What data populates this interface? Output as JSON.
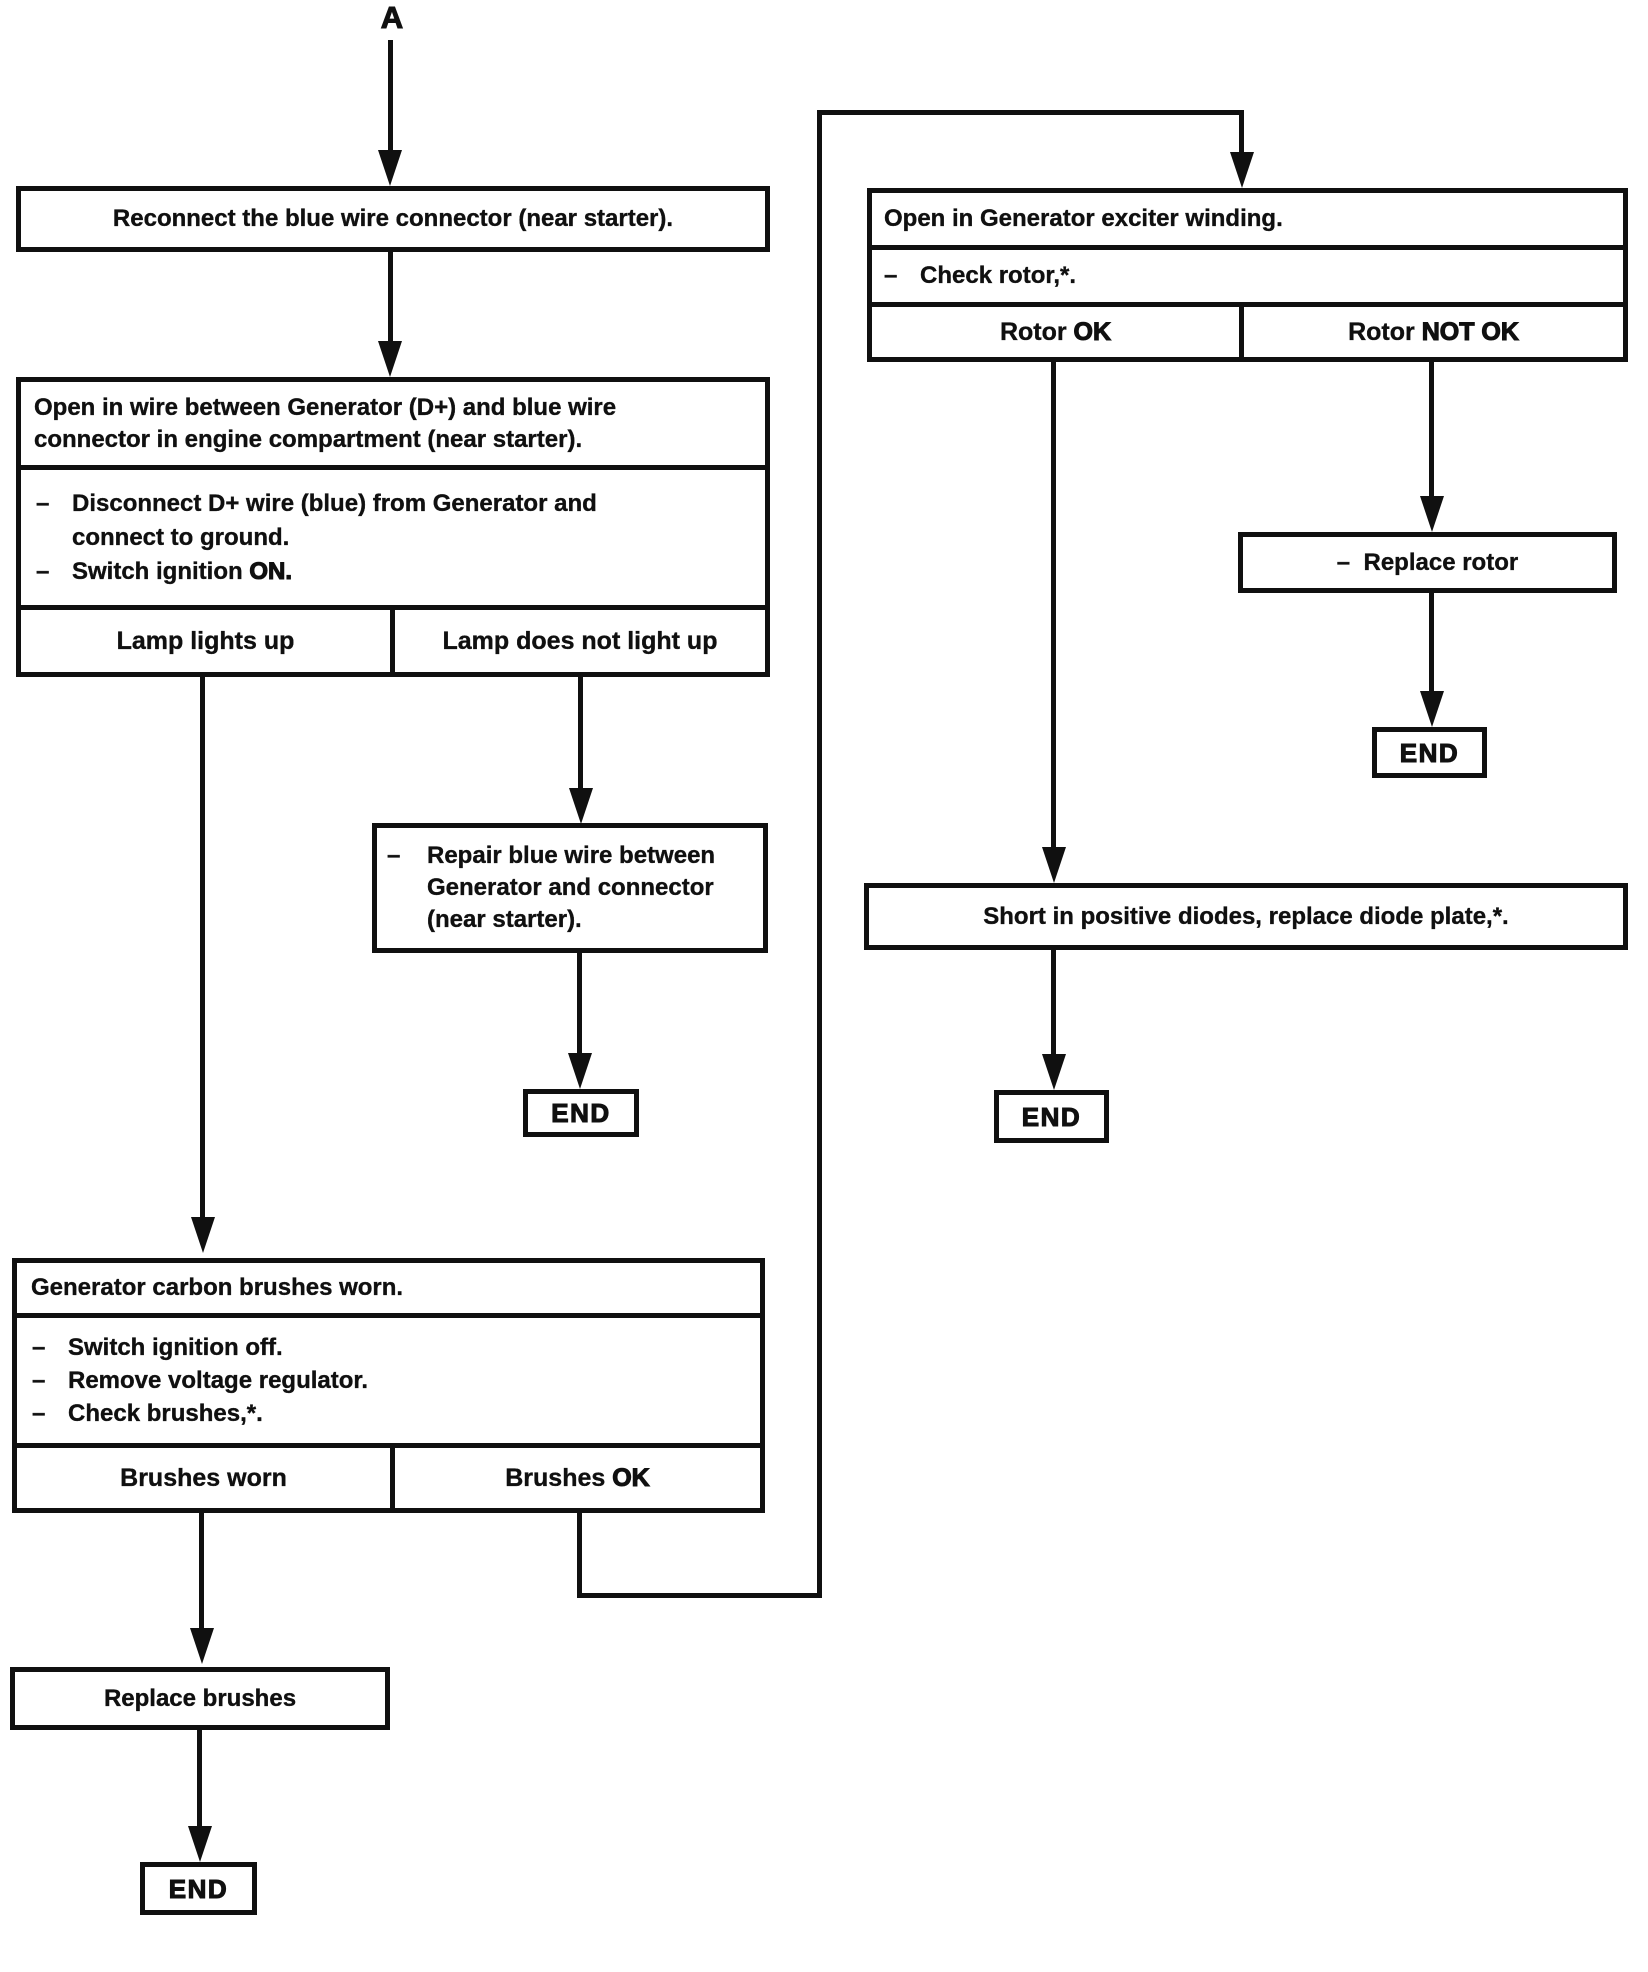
{
  "page": {
    "background_color": "#ffffff",
    "ink_color": "#101010"
  },
  "labels": {
    "entry": "A",
    "end": "END",
    "dash": "–"
  },
  "nodes": {
    "reconnect": {
      "text": "Reconnect the blue wire connector (near starter)."
    },
    "open_wire": {
      "title1": "Open in wire between Generator (D+) and blue wire",
      "title2": "connector in engine compartment (near starter).",
      "a1": "Disconnect D+ wire (blue) from Generator and",
      "a1b": "connect to ground.",
      "a2": "Switch ignition ",
      "a2_em": "ON.",
      "cell_left": "Lamp lights up",
      "cell_right": "Lamp does not light up"
    },
    "repair": {
      "l1": "Repair blue wire between",
      "l2": "Generator and connector",
      "l3": "(near starter)."
    },
    "brushes": {
      "title": "Generator carbon brushes worn.",
      "a1": "Switch ignition off.",
      "a2": "Remove voltage regulator.",
      "a3": "Check brushes,*.",
      "cell_left": "Brushes worn",
      "cell_right": "Brushes ",
      "cell_right_em": "OK"
    },
    "replace_brushes": {
      "text": "Replace brushes"
    },
    "exciter": {
      "title": "Open in Generator exciter winding.",
      "a1": "Check rotor,*.",
      "cell_left": "Rotor ",
      "cell_left_em": "OK",
      "cell_right": "Rotor ",
      "cell_right_em": "NOT OK"
    },
    "replace_rotor": {
      "text": "Replace rotor"
    },
    "short_diodes": {
      "text": "Short in positive diodes, replace diode plate,*."
    }
  }
}
